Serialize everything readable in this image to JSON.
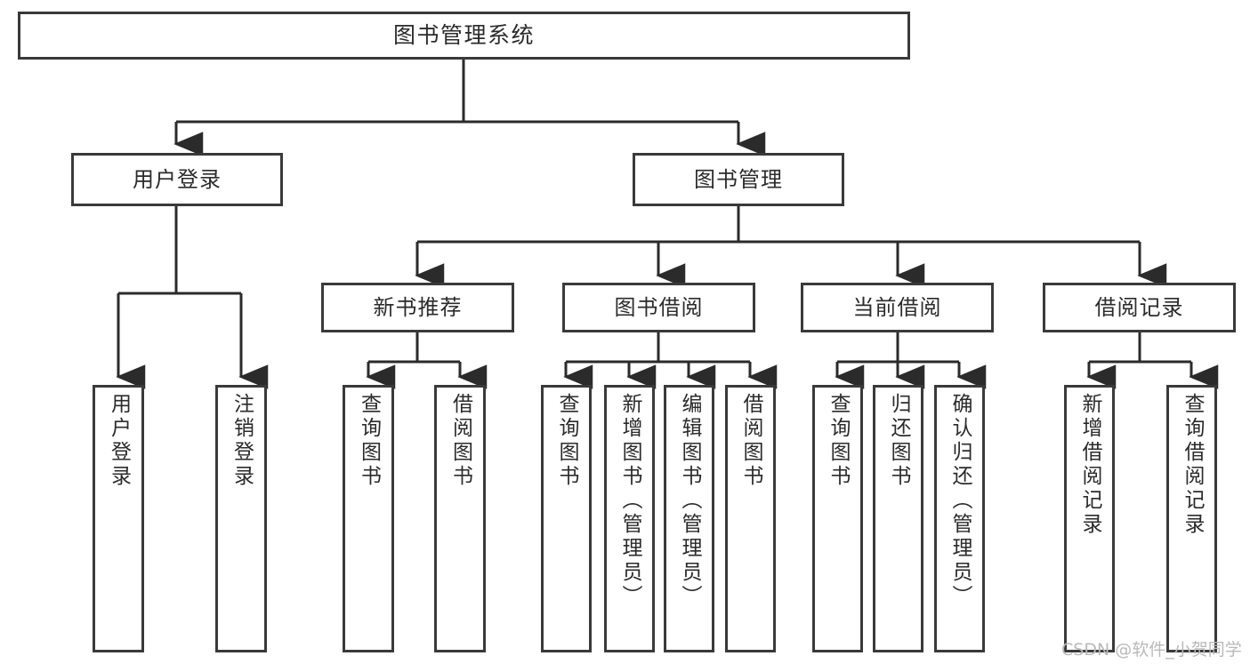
{
  "diagram": {
    "title": "图书管理系统",
    "type": "tree-hierarchy-chart",
    "root": {
      "label": "图书管理系统"
    },
    "level2": [
      {
        "label": "用户登录"
      },
      {
        "label": "图书管理"
      }
    ],
    "level3": [
      {
        "label": "新书推荐"
      },
      {
        "label": "图书借阅"
      },
      {
        "label": "当前借阅"
      },
      {
        "label": "借阅记录"
      }
    ],
    "leaves": {
      "user_login": [
        {
          "label": "用户登录"
        },
        {
          "label": "注销登录"
        }
      ],
      "new_book_recommend": [
        {
          "label": "查询图书"
        },
        {
          "label": "借阅图书"
        }
      ],
      "book_borrow": [
        {
          "label": "查询图书"
        },
        {
          "label": "新增图书（管理员）"
        },
        {
          "label": "编辑图书（管理员）"
        },
        {
          "label": "借阅图书"
        }
      ],
      "current_borrow": [
        {
          "label": "查询图书"
        },
        {
          "label": "归还图书"
        },
        {
          "label": "确认归还（管理员）"
        }
      ],
      "borrow_record": [
        {
          "label": "新增借阅记录"
        },
        {
          "label": "查询借阅记录"
        }
      ]
    }
  },
  "watermark": {
    "text": "CSDN @软件_小贺同学"
  },
  "colors": {
    "box_border": "#3a3a3a",
    "box_fill": "#ffffff",
    "text": "#2b2b2b",
    "connector": "#2b2b2b",
    "watermark": "#b9b9b9",
    "background": "#ffffff"
  }
}
